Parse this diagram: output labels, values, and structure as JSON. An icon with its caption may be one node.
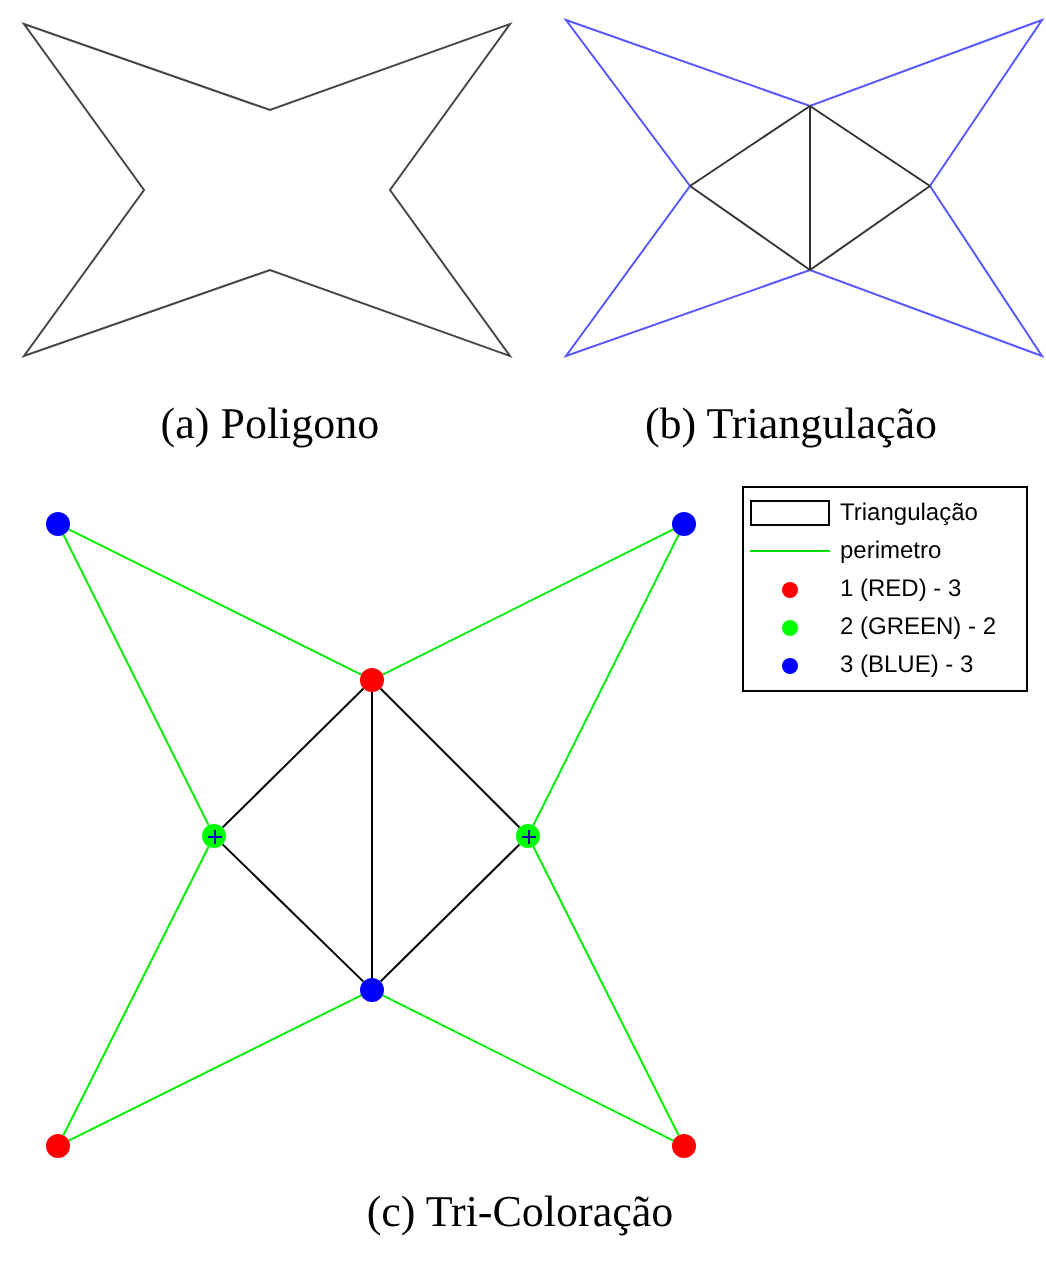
{
  "diagram": {
    "nodes": [
      {
        "text": [],
        "shape": "circle"
      },
      {
        "text": [],
        "shape": "circle"
      },
      {
        "text": [],
        "shape": "circle"
      },
      {
        "text": [],
        "shape": "circle"
      },
      {
        "text": [],
        "shape": "circle"
      },
      {
        "text": [],
        "shape": "circle"
      },
      {
        "text": [],
        "shape": "circle"
      },
      {
        "text": [],
        "shape": "circle"
      }
    ],
    "edges": [
      {
        "from": 0,
        "to": 2,
        "arrow": "none"
      },
      {
        "from": 2,
        "to": 1,
        "arrow": "none"
      },
      {
        "from": 1,
        "to": 4,
        "arrow": "none"
      },
      {
        "from": 4,
        "to": 7,
        "arrow": "none"
      },
      {
        "from": 7,
        "to": 5,
        "arrow": "none"
      },
      {
        "from": 5,
        "to": 6,
        "arrow": "none"
      },
      {
        "from": 6,
        "to": 3,
        "arrow": "none"
      },
      {
        "from": 3,
        "to": 0,
        "arrow": "none"
      },
      {
        "from": 2,
        "to": 3,
        "arrow": "none",
        "color": "#000000"
      },
      {
        "from": 2,
        "to": 4,
        "arrow": "none",
        "color": "#000000"
      },
      {
        "from": 2,
        "to": 5,
        "arrow": "none",
        "color": "#000000"
      },
      {
        "from": 3,
        "to": 5,
        "arrow": "none",
        "color": "#000000"
      },
      {
        "from": 4,
        "to": 5,
        "arrow": "none",
        "color": "#000000"
      }
    ],
    "labels": [
      "(a) Poligono",
      "(b) Triangulação",
      "(c) Tri-Coloração"
    ],
    "legend": [
      {
        "text": "Triangulação"
      },
      {
        "text": "perimetro"
      },
      {
        "text": "1 (RED) - 3",
        "color": "#ff0000"
      },
      {
        "text": "2 (GREEN) - 2",
        "color": "#00ff00"
      },
      {
        "text": "3 (BLUE) - 3",
        "color": "#0000ff"
      }
    ]
  }
}
